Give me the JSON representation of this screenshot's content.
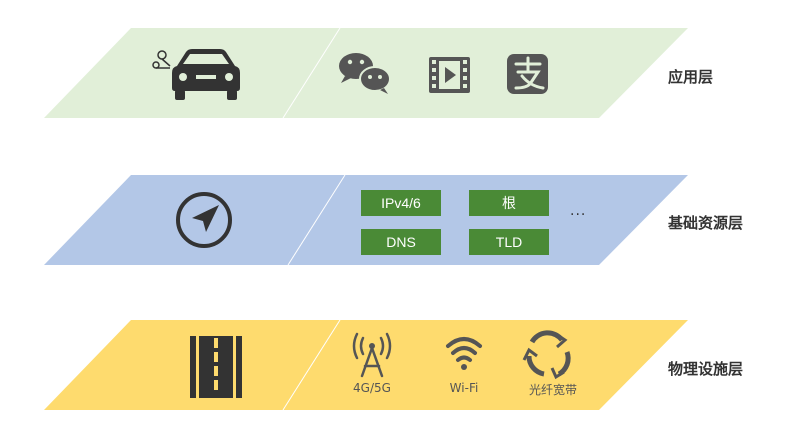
{
  "layers": {
    "application": {
      "label": "应用层",
      "color": "#e1efd8",
      "icons": [
        "car-icon",
        "wechat-icon",
        "video-icon",
        "alipay-icon"
      ]
    },
    "infrastructure": {
      "label": "基础资源层",
      "color": "#b3c7e7",
      "icons": [
        "navigation-icon"
      ],
      "tags": [
        "IPv4/6",
        "根",
        "DNS",
        "TLD"
      ],
      "more": "···",
      "tag_color": "#4a8a36"
    },
    "physical": {
      "label": "物理设施层",
      "color": "#fedb6e",
      "icons": [
        "road-icon",
        "antenna-icon",
        "wifi-icon",
        "fiber-icon"
      ],
      "captions": [
        "4G/5G",
        "Wi-Fi",
        "光纤宽带"
      ]
    }
  }
}
